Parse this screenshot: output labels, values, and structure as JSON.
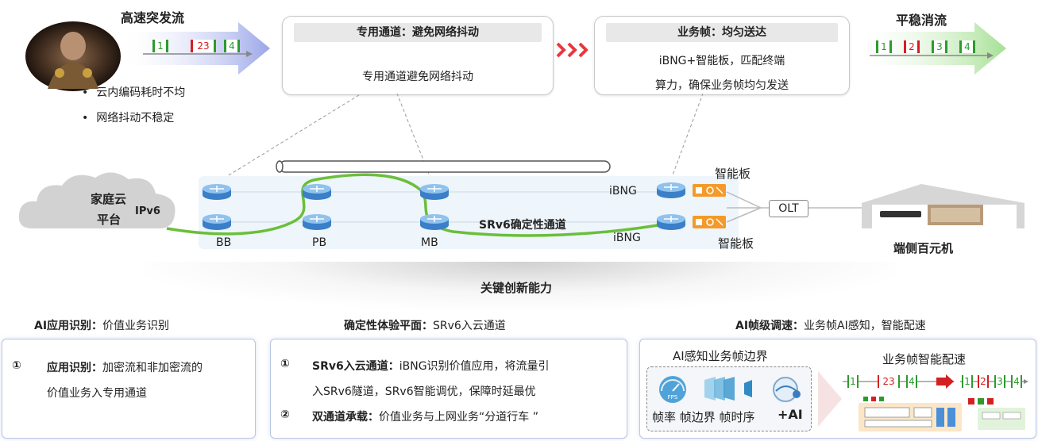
{
  "top": {
    "burst_title": "高速突发流",
    "burst_packets": [
      "1",
      "23",
      "4"
    ],
    "bullet_symbol": "•",
    "bullets": [
      "云内编码耗时不均",
      "网络抖动不稳定"
    ],
    "box1_title": "专用通道：避免网络抖动",
    "box1_text": "专用通道避免网络抖动",
    "box2_title": "业务帧：均匀送达",
    "box2_line1": "iBNG+智能板，匹配终端",
    "box2_line2": "算力，确保业务帧均匀发送",
    "smooth_title": "平稳消流",
    "smooth_packets": [
      "1",
      "2",
      "3",
      "4"
    ]
  },
  "network": {
    "cloud_line1": "家庭云",
    "cloud_line2": "平台",
    "ipv6": "IPv6",
    "bb": "BB",
    "pb": "PB",
    "mb": "MB",
    "ibng_top": "iBNG",
    "ibng_bottom": "iBNG",
    "srv6_label": "SRv6确定性通道",
    "board_top": "智能板",
    "board_bottom": "智能板",
    "olt": "OLT",
    "terminal": "端侧百元机"
  },
  "capabilities": {
    "heading": "关键创新能力",
    "col1_title_bold": "AI应用识别：",
    "col1_title_rest": "价值业务识别",
    "col2_title_bold": "确定性体验平面：",
    "col2_title_rest": "SRv6入云通道",
    "col3_title_bold": "AI帧级调速：",
    "col3_title_rest": "业务帧AI感知，智能配速",
    "p1_num": "①",
    "p1_bold": "应用识别：",
    "p1_line1": "加密流和非加密流的",
    "p1_line2": "价值业务入专用通道",
    "p2_num1": "①",
    "p2_bold1": "SRv6入云通道：",
    "p2_line1": "iBNG识别价值应用，将流量引",
    "p2_line2": "入SRv6隧道，SRv6智能调优，保障时延最优",
    "p2_num2": "②",
    "p2_bold2": "双通道承载：",
    "p2_line3": "价值业务与上网业务“分道行车 ”",
    "p3_ai_title": "AI感知业务帧边界",
    "p3_fps": "FPS",
    "p3_labels": "帧率 帧边界 帧时序",
    "p3_plus_ai": "+AI",
    "p3_pace_title": "业务帧智能配速",
    "p3_packets_before": [
      "1",
      "23",
      "4"
    ],
    "p3_packets_after": [
      "1",
      "2",
      "3",
      "4"
    ]
  },
  "colors": {
    "green_packet": "#2e9a2e",
    "red_packet": "#d42020",
    "srv6_line": "#6abf3a",
    "chevron": "#e8383d",
    "arrow_blue": "#aab4ec",
    "arrow_green": "#b6e6a8",
    "router_blue": "#4a90d9",
    "board_orange": "#f39a2b"
  }
}
